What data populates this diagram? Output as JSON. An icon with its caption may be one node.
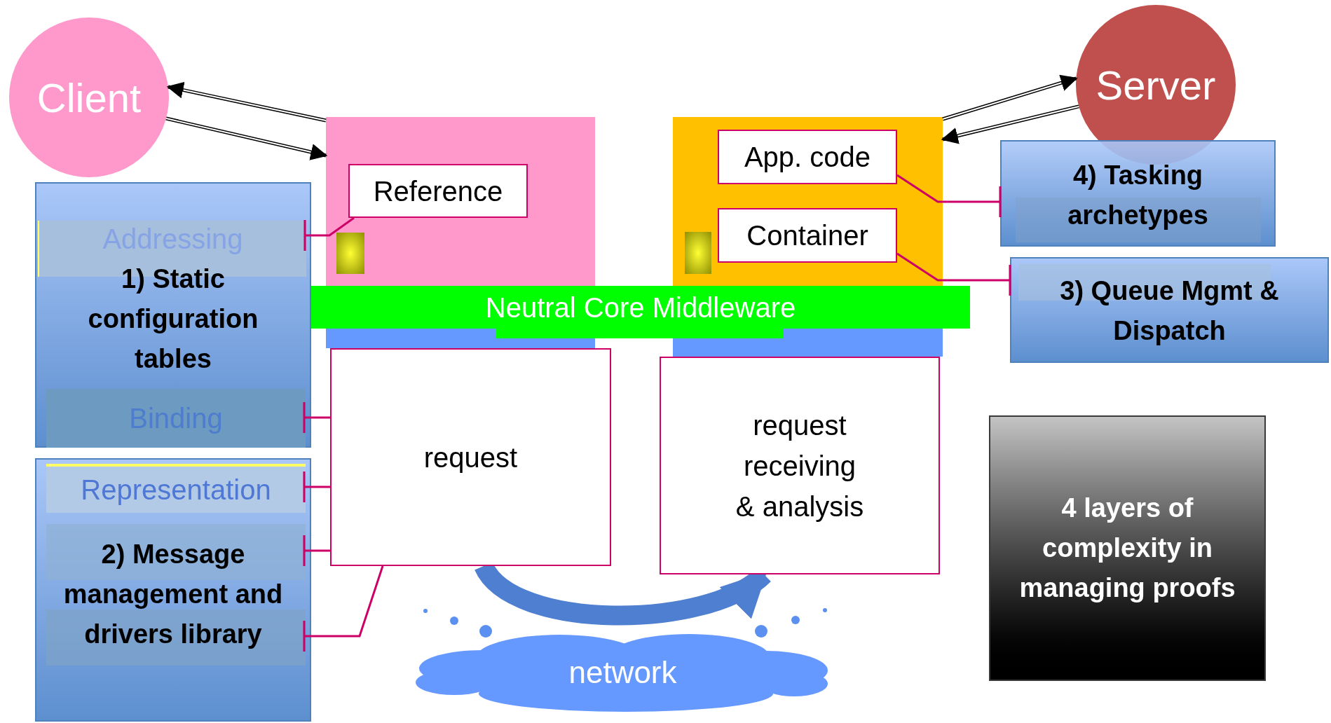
{
  "diagram": {
    "nodes": [
      {
        "text": [
          "Client"
        ]
      },
      {
        "text": [
          "Server"
        ]
      },
      {
        "text": [],
        "shape": "box"
      },
      {
        "text": [
          "Reference"
        ],
        "in": 2
      },
      {
        "text": [],
        "shape": "box"
      },
      {
        "text": [
          "App. code"
        ],
        "in": 4
      },
      {
        "text": [
          "Container"
        ],
        "in": 4
      },
      {
        "text": [
          "Neutral Core Middleware"
        ]
      },
      {
        "text": [
          "request"
        ]
      },
      {
        "text": [
          "request receiving & analysis"
        ]
      },
      {
        "text": [
          "1) Static configuration tables"
        ]
      },
      {
        "text": [
          "Addressing"
        ],
        "in": 10
      },
      {
        "text": [
          "Binding"
        ],
        "in": 10
      },
      {
        "text": [
          "2) Message management and drivers library"
        ]
      },
      {
        "text": [
          "Representation"
        ],
        "in": 13
      },
      {
        "text": [],
        "shape": "box",
        "in": 13
      },
      {
        "text": [],
        "shape": "box",
        "in": 13
      },
      {
        "text": [
          "4) Tasking archetypes"
        ]
      },
      {
        "text": [
          "3) Queue Mgmt & Dispatch"
        ]
      },
      {
        "text": [
          "4 layers of complexity in managing proofs"
        ]
      },
      {
        "text": [
          "network"
        ]
      },
      {
        "text": [],
        "shape": "box",
        "in": 17
      },
      {
        "text": [],
        "shape": "box",
        "in": 18
      }
    ],
    "edges": [
      {
        "from": 2,
        "to": 0,
        "arrow": "to",
        "color": "#000000"
      },
      {
        "from": 0,
        "to": 2,
        "arrow": "to",
        "color": "#000000"
      },
      {
        "from": 4,
        "to": 1,
        "arrow": "to",
        "color": "#000000"
      },
      {
        "from": 1,
        "to": 4,
        "arrow": "to",
        "color": "#000000"
      },
      {
        "from": 8,
        "to": 9,
        "arrow": "to",
        "style": "thick",
        "color": "#4f7fd0"
      },
      {
        "from": 3,
        "to": 11,
        "arrow": "other"
      },
      {
        "from": 8,
        "to": 12,
        "arrow": "other"
      },
      {
        "from": 8,
        "to": 14,
        "arrow": "other"
      },
      {
        "from": 8,
        "to": 15,
        "arrow": "other"
      },
      {
        "from": 8,
        "to": 16,
        "arrow": "other"
      },
      {
        "from": 5,
        "to": 17,
        "arrow": "other"
      },
      {
        "from": 6,
        "to": 18,
        "arrow": "other"
      }
    ]
  }
}
